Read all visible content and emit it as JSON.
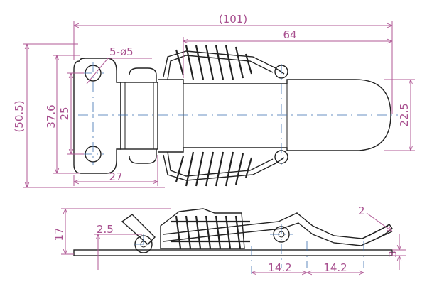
{
  "drawing": {
    "dimensions": {
      "overall_length": "(101)",
      "body_length": "64",
      "hole_callout": "5-ø5",
      "hole_spacing": "37.6",
      "plate_width": "25",
      "overall_height": "(50.5)",
      "hook_width": "22.5",
      "base_length": "27",
      "side_height": "17",
      "pivot_offset": "2.5",
      "hook_radius": "2",
      "plate_thickness": "3",
      "hole_pitch_1": "14.2",
      "hole_pitch_2": "14.2"
    },
    "colors": {
      "dimension": "#b05a96",
      "outline": "#222222",
      "centerline": "#3a6fb0"
    }
  }
}
